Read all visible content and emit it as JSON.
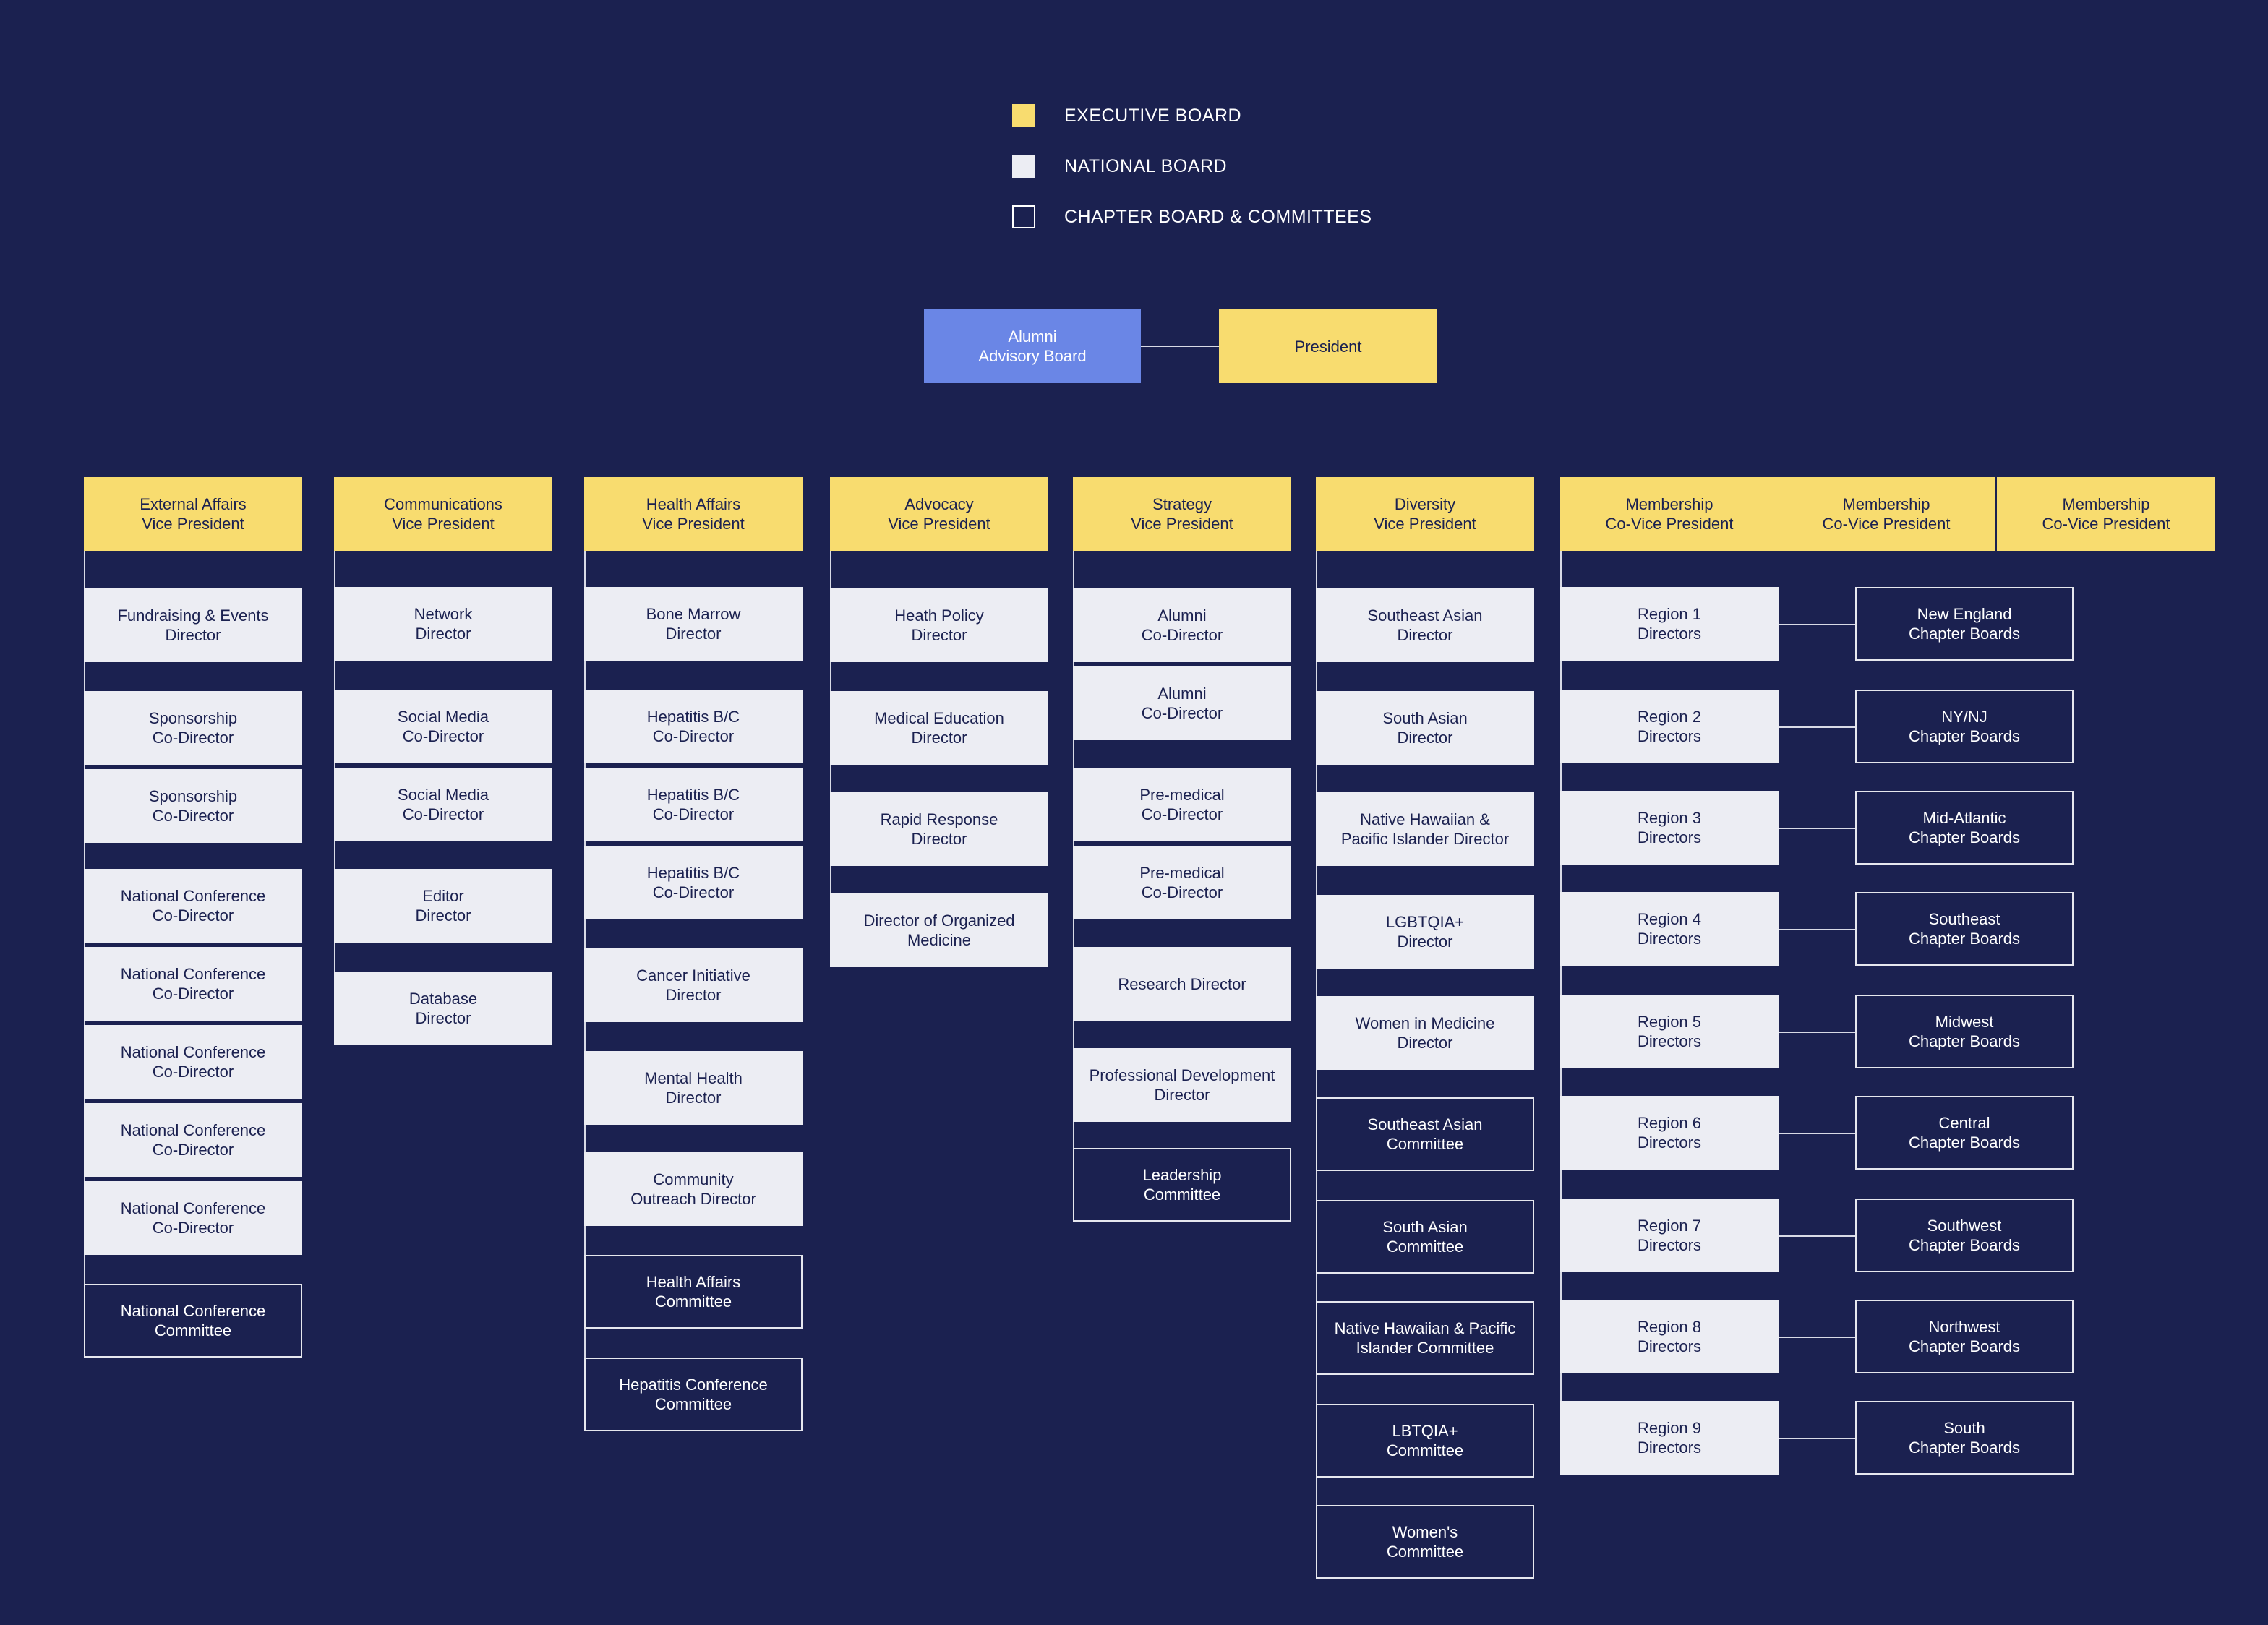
{
  "legend": [
    {
      "label": "EXECUTIVE BOARD",
      "kind": "exec"
    },
    {
      "label": "NATIONAL BOARD",
      "kind": "national"
    },
    {
      "label": "CHAPTER BOARD & COMMITTEES",
      "kind": "chapter"
    }
  ],
  "top": {
    "alumni": [
      "Alumni",
      "Advisory Board"
    ],
    "president": [
      "President"
    ]
  },
  "columns": [
    {
      "head": [
        "External Affairs",
        "Vice President"
      ],
      "items": [
        {
          "lines": [
            "Fundraising & Events",
            "Director"
          ],
          "kind": "national"
        },
        {
          "lines": [
            "Sponsorship",
            "Co-Director"
          ],
          "kind": "national"
        },
        {
          "lines": [
            "Sponsorship",
            "Co-Director"
          ],
          "kind": "national"
        },
        {
          "lines": [
            "National Conference",
            "Co-Director"
          ],
          "kind": "national"
        },
        {
          "lines": [
            "National Conference",
            "Co-Director"
          ],
          "kind": "national"
        },
        {
          "lines": [
            "National Conference",
            "Co-Director"
          ],
          "kind": "national"
        },
        {
          "lines": [
            "National Conference",
            "Co-Director"
          ],
          "kind": "national"
        },
        {
          "lines": [
            "National Conference",
            "Co-Director"
          ],
          "kind": "national"
        },
        {
          "lines": [
            "National Conference",
            "Committee"
          ],
          "kind": "chapter"
        }
      ]
    },
    {
      "head": [
        "Communications",
        "Vice President"
      ],
      "items": [
        {
          "lines": [
            "Network",
            "Director"
          ],
          "kind": "national"
        },
        {
          "lines": [
            "Social Media",
            "Co-Director"
          ],
          "kind": "national"
        },
        {
          "lines": [
            "Social Media",
            "Co-Director"
          ],
          "kind": "national"
        },
        {
          "lines": [
            "Editor",
            "Director"
          ],
          "kind": "national"
        },
        {
          "lines": [
            "Database",
            "Director"
          ],
          "kind": "national"
        }
      ]
    },
    {
      "head": [
        "Health Affairs",
        "Vice President"
      ],
      "items": [
        {
          "lines": [
            "Bone Marrow",
            "Director"
          ],
          "kind": "national"
        },
        {
          "lines": [
            "Hepatitis B/C",
            "Co-Director"
          ],
          "kind": "national"
        },
        {
          "lines": [
            "Hepatitis B/C",
            "Co-Director"
          ],
          "kind": "national"
        },
        {
          "lines": [
            "Hepatitis B/C",
            "Co-Director"
          ],
          "kind": "national"
        },
        {
          "lines": [
            "Cancer Initiative",
            "Director"
          ],
          "kind": "national"
        },
        {
          "lines": [
            "Mental Health",
            "Director"
          ],
          "kind": "national"
        },
        {
          "lines": [
            "Community",
            "Outreach Director"
          ],
          "kind": "national"
        },
        {
          "lines": [
            "Health Affairs",
            "Committee"
          ],
          "kind": "chapter"
        },
        {
          "lines": [
            "Hepatitis Conference",
            "Committee"
          ],
          "kind": "chapter"
        }
      ]
    },
    {
      "head": [
        "Advocacy",
        "Vice President"
      ],
      "items": [
        {
          "lines": [
            "Heath Policy",
            "Director"
          ],
          "kind": "national"
        },
        {
          "lines": [
            "Medical Education",
            "Director"
          ],
          "kind": "national"
        },
        {
          "lines": [
            "Rapid Response",
            "Director"
          ],
          "kind": "national"
        },
        {
          "lines": [
            "Director of Organized",
            "Medicine"
          ],
          "kind": "national"
        }
      ]
    },
    {
      "head": [
        "Strategy",
        "Vice President"
      ],
      "items": [
        {
          "lines": [
            "Alumni",
            "Co-Director"
          ],
          "kind": "national"
        },
        {
          "lines": [
            "Alumni",
            "Co-Director"
          ],
          "kind": "national"
        },
        {
          "lines": [
            "Pre-medical",
            "Co-Director"
          ],
          "kind": "national"
        },
        {
          "lines": [
            "Pre-medical",
            "Co-Director"
          ],
          "kind": "national"
        },
        {
          "lines": [
            "Research Director"
          ],
          "kind": "national"
        },
        {
          "lines": [
            "Professional Development",
            "Director"
          ],
          "kind": "national"
        },
        {
          "lines": [
            "Leadership",
            "Committee"
          ],
          "kind": "chapter"
        }
      ]
    },
    {
      "head": [
        "Diversity",
        "Vice President"
      ],
      "items": [
        {
          "lines": [
            "Southeast Asian",
            "Director"
          ],
          "kind": "national"
        },
        {
          "lines": [
            "South Asian",
            "Director"
          ],
          "kind": "national"
        },
        {
          "lines": [
            "Native Hawaiian &",
            "Pacific Islander Director"
          ],
          "kind": "national"
        },
        {
          "lines": [
            "LGBTQIA+",
            "Director"
          ],
          "kind": "national"
        },
        {
          "lines": [
            "Women in Medicine",
            "Director"
          ],
          "kind": "national"
        },
        {
          "lines": [
            "Southeast Asian",
            "Committee"
          ],
          "kind": "chapter"
        },
        {
          "lines": [
            "South Asian",
            "Committee"
          ],
          "kind": "chapter"
        },
        {
          "lines": [
            "Native Hawaiian & Pacific",
            "Islander Committee"
          ],
          "kind": "chapter"
        },
        {
          "lines": [
            "LBTQIA+",
            "Committee"
          ],
          "kind": "chapter"
        },
        {
          "lines": [
            "Women's",
            "Committee"
          ],
          "kind": "chapter"
        }
      ]
    },
    {
      "head": [
        "Membership",
        "Co-Vice President"
      ],
      "items": [
        {
          "lines": [
            "Region 1",
            "Directors"
          ],
          "kind": "national"
        },
        {
          "lines": [
            "Region 2",
            "Directors"
          ],
          "kind": "national"
        },
        {
          "lines": [
            "Region 3",
            "Directors"
          ],
          "kind": "national"
        },
        {
          "lines": [
            "Region 4",
            "Directors"
          ],
          "kind": "national"
        },
        {
          "lines": [
            "Region 5",
            "Directors"
          ],
          "kind": "national"
        },
        {
          "lines": [
            "Region 6",
            "Directors"
          ],
          "kind": "national"
        },
        {
          "lines": [
            "Region 7",
            "Directors"
          ],
          "kind": "national"
        },
        {
          "lines": [
            "Region 8",
            "Directors"
          ],
          "kind": "national"
        },
        {
          "lines": [
            "Region 9",
            "Directors"
          ],
          "kind": "national"
        }
      ]
    },
    {
      "head": [
        "Membership",
        "Co-Vice President"
      ],
      "items": []
    },
    {
      "head": [
        "Membership",
        "Co-Vice President"
      ],
      "items": []
    }
  ],
  "chapters": [
    [
      "New England",
      "Chapter Boards"
    ],
    [
      "NY/NJ",
      "Chapter Boards"
    ],
    [
      "Mid-Atlantic",
      "Chapter Boards"
    ],
    [
      "Southeast",
      "Chapter Boards"
    ],
    [
      "Midwest",
      "Chapter Boards"
    ],
    [
      "Central",
      "Chapter Boards"
    ],
    [
      "Southwest",
      "Chapter Boards"
    ],
    [
      "Northwest",
      "Chapter Boards"
    ],
    [
      "South",
      "Chapter Boards"
    ]
  ]
}
